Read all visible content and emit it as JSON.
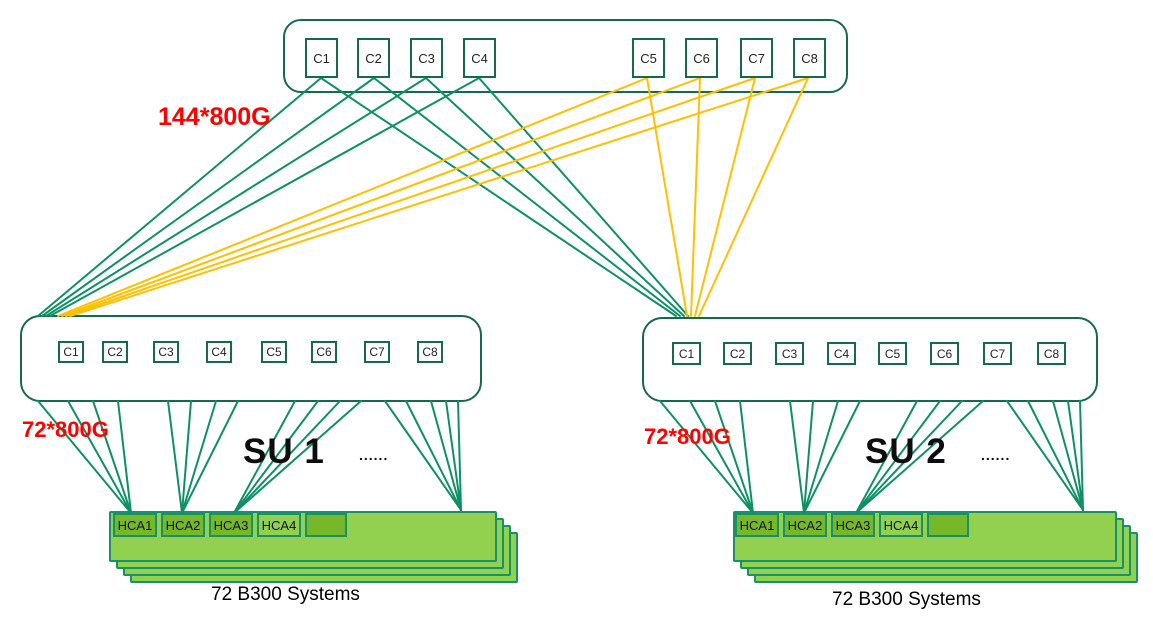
{
  "diagram": {
    "spine": {
      "capacity_label": "144*800G",
      "ports": [
        "C1",
        "C2",
        "C3",
        "C4",
        "C5",
        "C6",
        "C7",
        "C8"
      ]
    },
    "su1": {
      "name": "SU 1",
      "ellipsis": "......",
      "capacity_label": "72*800G",
      "systems_label": "72 B300 Systems",
      "leaf_ports": [
        "C1",
        "C2",
        "C3",
        "C4",
        "C5",
        "C6",
        "C7",
        "C8"
      ],
      "hcas": [
        "HCA1",
        "HCA2",
        "HCA3",
        "HCA4"
      ]
    },
    "su2": {
      "name": "SU 2",
      "ellipsis": "......",
      "capacity_label": "72*800G",
      "systems_label": "72 B300 Systems",
      "leaf_ports": [
        "C1",
        "C2",
        "C3",
        "C4",
        "C5",
        "C6",
        "C7",
        "C8"
      ],
      "hcas": [
        "HCA1",
        "HCA2",
        "HCA3",
        "HCA4"
      ]
    },
    "colors": {
      "link_green": "#0d9164",
      "link_yellow": "#ffc000",
      "label_red": "#ff0000",
      "switch_border_green": "#17694e",
      "stack_border_teal": "#189069",
      "fill_light_green": "#92d050",
      "fill_dark_green": "#76b82a"
    }
  }
}
